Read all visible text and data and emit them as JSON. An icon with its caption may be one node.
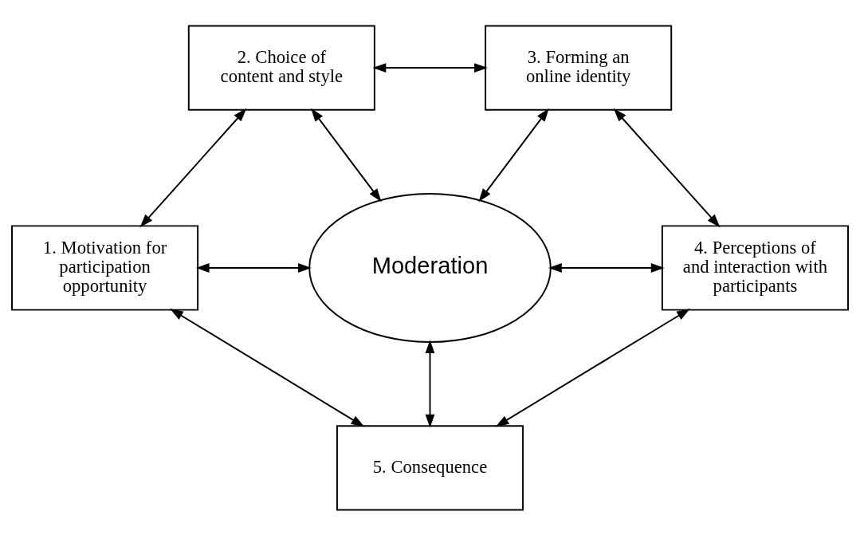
{
  "diagram": {
    "nodes": [
      {
        "text": [
          "2. Choice of content and style"
        ]
      },
      {
        "text": [
          "3. Forming an online identity"
        ]
      },
      {
        "text": [
          "1. Motivation for participation opportunity"
        ]
      },
      {
        "text": [
          "Moderation"
        ]
      },
      {
        "text": [
          "4. Perceptions of and interaction with participants"
        ]
      },
      {
        "text": [
          "5. Consequence"
        ]
      }
    ],
    "edges": [
      {
        "from": 0,
        "to": 1,
        "arrow": "both"
      },
      {
        "from": 0,
        "to": 2,
        "arrow": "both"
      },
      {
        "from": 0,
        "to": 3,
        "arrow": "both"
      },
      {
        "from": 1,
        "to": 3,
        "arrow": "both"
      },
      {
        "from": 1,
        "to": 4,
        "arrow": "both"
      },
      {
        "from": 2,
        "to": 3,
        "arrow": "both"
      },
      {
        "from": 3,
        "to": 4,
        "arrow": "both"
      },
      {
        "from": 2,
        "to": 5,
        "arrow": "both"
      },
      {
        "from": 3,
        "to": 5,
        "arrow": "both"
      },
      {
        "from": 4,
        "to": 5,
        "arrow": "both"
      }
    ]
  }
}
